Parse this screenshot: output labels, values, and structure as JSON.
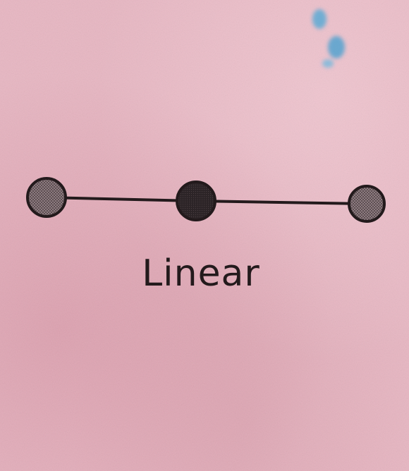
{
  "diagram": {
    "caption": "Linear",
    "node_roles": [
      "end",
      "center",
      "end"
    ],
    "colors": {
      "paper": "#e8b6c2",
      "ink": "#231a1c",
      "end_node_fill": "#7a6a6e",
      "center_node_fill": "#2c2427",
      "smudge": "#4aa7d6"
    }
  }
}
